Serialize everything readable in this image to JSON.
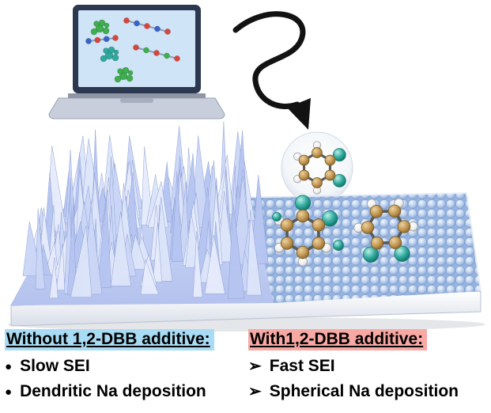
{
  "panels": {
    "without": {
      "title": "Without 1,2-DBB additive:",
      "highlight": "#a8dcf4",
      "bullet": "●",
      "items": [
        "Slow SEI",
        "Dendritic Na deposition"
      ]
    },
    "with": {
      "title": "With1,2-DBB additive:",
      "highlight": "#f8a9a4",
      "bullet": "➢",
      "items": [
        "Fast SEI",
        "Spherical Na deposition"
      ]
    }
  },
  "icons": {
    "laptop": "laptop-icon",
    "arrow": "curved-arrow-icon",
    "molecule_badge": "dbb-molecule-badge",
    "slab": "substrate-slab",
    "dendrites": "dendrite-spikes",
    "surface_molecules": "surface-molecules"
  },
  "colors": {
    "highlight_without": "#a8dcf4",
    "highlight_with": "#f8a9a4",
    "arrow_black": "#121212",
    "bromine_teal": "#33ab9f",
    "carbon_tan": "#c59a57",
    "slab_blue": "#c9d5f3",
    "screen_blue": "#cfe4f6",
    "laptop_frame": "#2c3850"
  }
}
